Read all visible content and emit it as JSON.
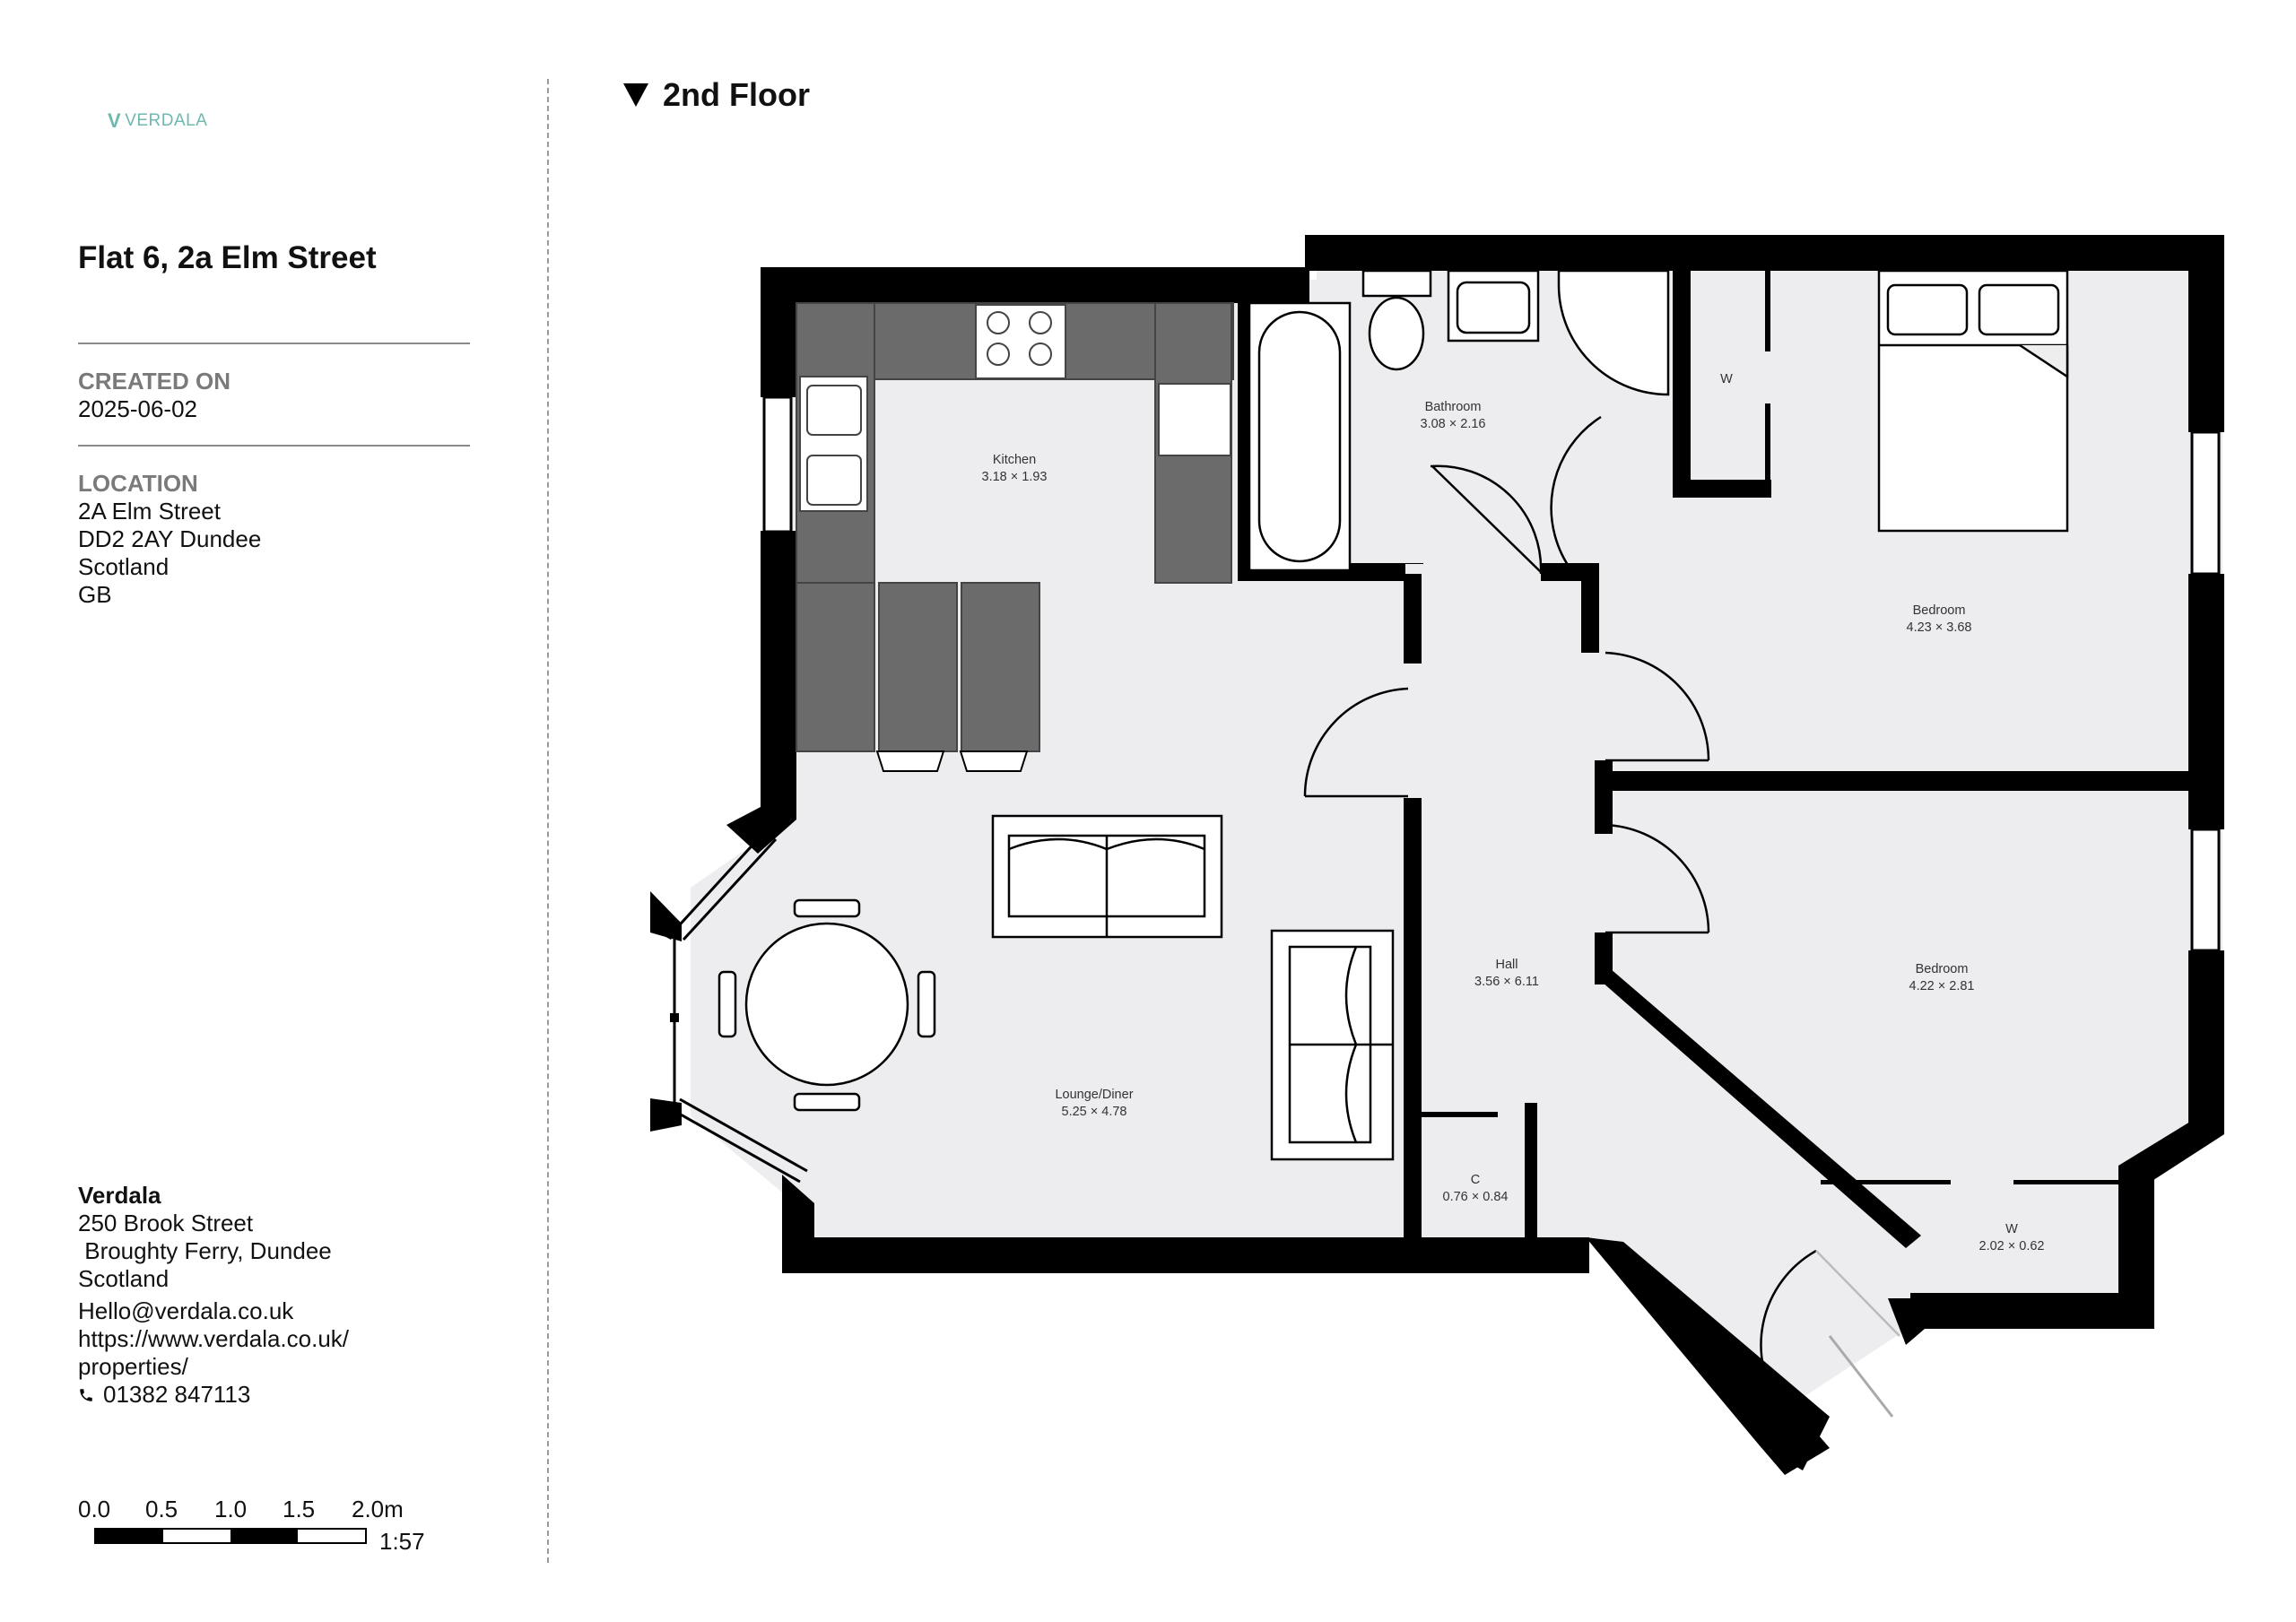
{
  "brand": {
    "name": "VERDALA",
    "accent": "#6fb8b0"
  },
  "property": {
    "title": "Flat 6, 2a Elm Street"
  },
  "created": {
    "label": "CREATED ON",
    "value": "2025-06-02"
  },
  "location": {
    "label": "LOCATION",
    "lines": [
      "2A Elm Street",
      "DD2 2AY Dundee",
      "Scotland",
      "GB"
    ]
  },
  "company": {
    "name": "Verdala",
    "address": [
      "250 Brook Street",
      " Broughty Ferry, Dundee",
      "Scotland"
    ],
    "email": "Hello@verdala.co.uk",
    "website": [
      "https://www.verdala.co.uk/",
      "properties/"
    ],
    "phone": "01382 847113",
    "phone_icon": "phone-icon"
  },
  "scale": {
    "labels": [
      "0.0",
      "0.5",
      "1.0",
      "1.5",
      "2.0m"
    ],
    "ratio": "1:57"
  },
  "floor": {
    "name": "2nd Floor",
    "rooms": [
      {
        "name": "Kitchen",
        "dims": "3.18 × 1.93"
      },
      {
        "name": "Bathroom",
        "dims": "3.08 × 2.16"
      },
      {
        "name": "W",
        "dims": ""
      },
      {
        "name": "Bedroom",
        "dims": "4.23 × 3.68"
      },
      {
        "name": "Lounge/Diner",
        "dims": "5.25 × 4.78"
      },
      {
        "name": "Hall",
        "dims": "3.56 × 6.11"
      },
      {
        "name": "Bedroom",
        "dims": "4.22 × 2.81"
      },
      {
        "name": "C",
        "dims": "0.76 × 0.84"
      },
      {
        "name": "W",
        "dims": "2.02 × 0.62"
      }
    ]
  },
  "colors": {
    "wall": "#000000",
    "floor": "#ededf0",
    "fixture": "#6b6b6b"
  }
}
